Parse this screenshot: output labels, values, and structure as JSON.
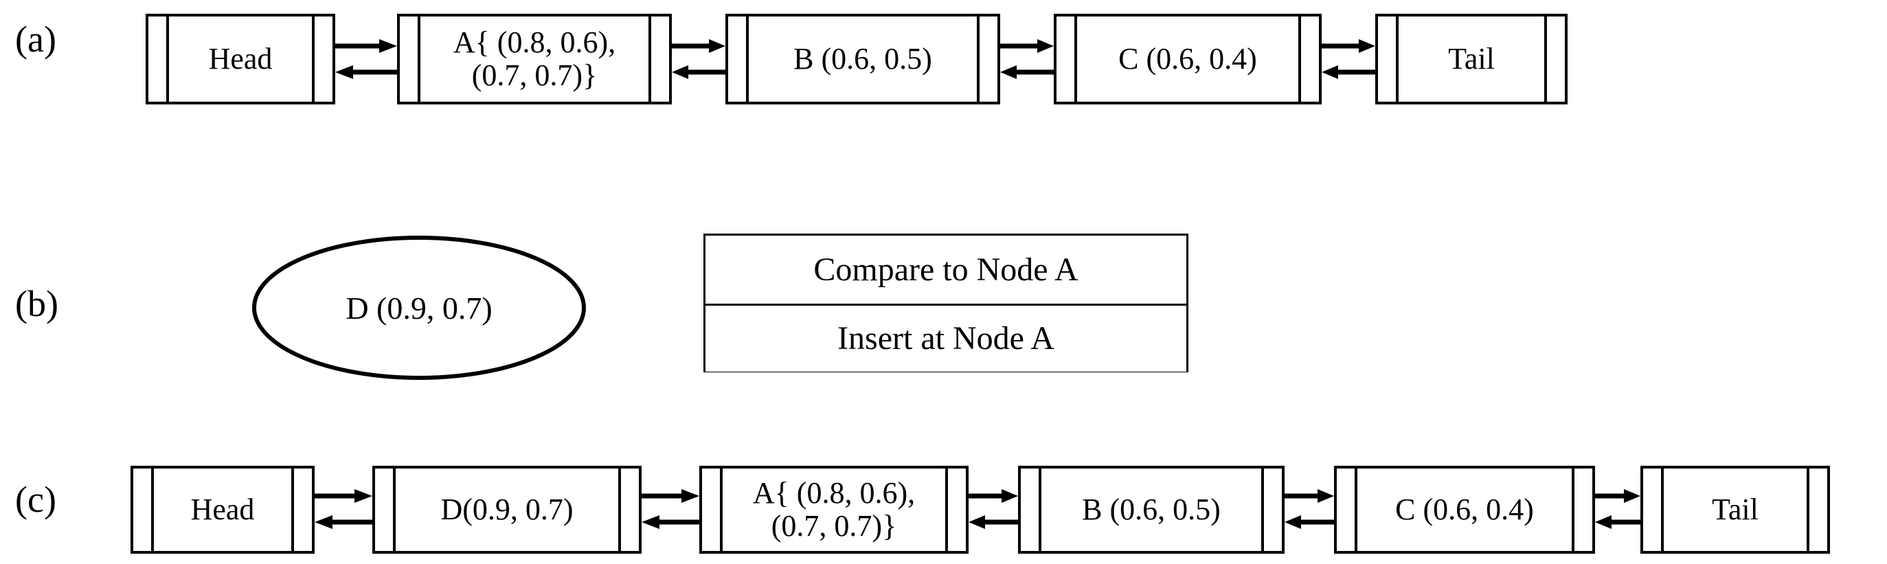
{
  "figure": {
    "type": "diagram",
    "subject": "doubly linked list node insertion",
    "rows": [
      {
        "label": "(a)",
        "kind": "linked-list",
        "nodes": [
          {
            "name": "head",
            "text": "Head",
            "lines": [
              "Head"
            ]
          },
          {
            "name": "node-a",
            "text": "A{ (0.8, 0.6), (0.7, 0.7)}",
            "lines": [
              "A{ (0.8, 0.6),",
              "(0.7, 0.7)}"
            ]
          },
          {
            "name": "node-b",
            "text": "B (0.6, 0.5)",
            "lines": [
              "B (0.6, 0.5)"
            ]
          },
          {
            "name": "node-c",
            "text": "C (0.6, 0.4)",
            "lines": [
              "C (0.6, 0.4)"
            ]
          },
          {
            "name": "tail",
            "text": "Tail",
            "lines": [
              "Tail"
            ]
          }
        ]
      },
      {
        "label": "(b)",
        "kind": "insert-operation",
        "new_node": {
          "name": "node-d",
          "text": "D (0.9, 0.7)"
        },
        "operations": [
          {
            "name": "compare-step",
            "text": "Compare to Node A"
          },
          {
            "name": "insert-step",
            "text": "Insert at Node A"
          }
        ]
      },
      {
        "label": "(c)",
        "kind": "linked-list",
        "nodes": [
          {
            "name": "head",
            "text": "Head",
            "lines": [
              "Head"
            ]
          },
          {
            "name": "node-d",
            "text": "D(0.9, 0.7)",
            "lines": [
              "D(0.9, 0.7)"
            ]
          },
          {
            "name": "node-a",
            "text": "A{ (0.8, 0.6), (0.7, 0.7)}",
            "lines": [
              "A{ (0.8, 0.6),",
              "(0.7, 0.7)}"
            ]
          },
          {
            "name": "node-b",
            "text": "B (0.6, 0.5)",
            "lines": [
              "B (0.6, 0.5)"
            ]
          },
          {
            "name": "node-c",
            "text": "C (0.6, 0.4)",
            "lines": [
              "C (0.6, 0.4)"
            ]
          },
          {
            "name": "tail",
            "text": "Tail",
            "lines": [
              "Tail"
            ]
          }
        ]
      }
    ],
    "colors": {
      "stroke": "#000000",
      "fill": "#ffffff",
      "text": "#000000"
    }
  }
}
